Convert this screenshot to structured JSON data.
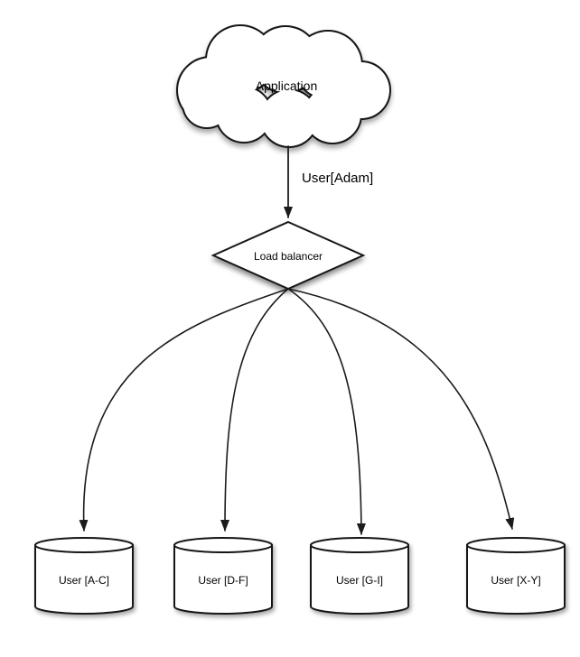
{
  "canvas": {
    "background": "#ffffff",
    "stroke_color": "#1b1b1b",
    "node_fill": "#ffffff",
    "text_color": "#000000"
  },
  "nodes": {
    "application": {
      "label": "Application",
      "shape": "cloud"
    },
    "load_balancer": {
      "label": "Load balancer",
      "shape": "diamond"
    },
    "shards": [
      {
        "label": "User [A-C]",
        "shape": "cylinder"
      },
      {
        "label": "User [D-F]",
        "shape": "cylinder"
      },
      {
        "label": "User [G-I]",
        "shape": "cylinder"
      },
      {
        "label": "User [X-Y]",
        "shape": "cylinder"
      }
    ]
  },
  "edges": {
    "application_to_load_balancer": {
      "label": "User[Adam]",
      "from": "Application",
      "to": "Load balancer"
    },
    "load_balancer_to_shards": [
      {
        "from": "Load balancer",
        "to": "User [A-C]"
      },
      {
        "from": "Load balancer",
        "to": "User [D-F]"
      },
      {
        "from": "Load balancer",
        "to": "User [G-I]"
      },
      {
        "from": "Load balancer",
        "to": "User [X-Y]"
      }
    ]
  }
}
